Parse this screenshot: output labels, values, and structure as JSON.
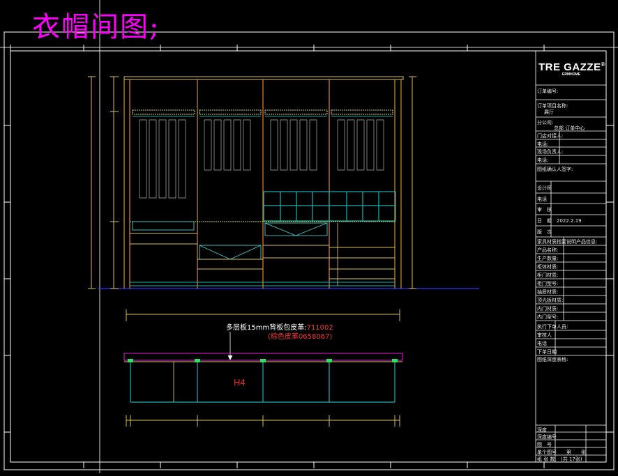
{
  "title": "衣帽间图;",
  "note": {
    "line1_prefix": "多层板15mm背板包皮革:",
    "line1_code": "711002",
    "line2": "(棕色皮革0658067)"
  },
  "section_label": "H4",
  "logo": {
    "text": "TRE GAZZE",
    "mark": "®",
    "sub": "ERMHOME"
  },
  "title_block": {
    "order_no": "订单编号:",
    "project_name": "订单项目名称:",
    "project_value": "展厅",
    "branch": "分公司:",
    "branch_value": "总部 订单中心",
    "store_contact": "门店对接人:",
    "phone1": "电话:",
    "site_manager": "现场负责人:",
    "phone2": "电话:",
    "confirm_sign": "图纸确认人签字:",
    "designer": "设计师",
    "phone3": "电话",
    "review": "审　核",
    "date": "日　期",
    "date_value": "2022.2.19",
    "version": "版　次",
    "material_note": "家具材质指要说明产品信息:",
    "product_name": "产品名称:",
    "quantity": "生产数量:",
    "body_material": "柜体材质:",
    "door_material": "柜门材质:",
    "door_model": "柜门型号:",
    "drawer_material": "抽屉材质:",
    "panel_material": "顶光板材质:",
    "inner_door_material": "内门材质:",
    "inner_door_model": "内门型号:",
    "shop_owner": "执行下单人员:",
    "reviewer": "审核人",
    "phone4": "电话",
    "order_date": "下单日期",
    "drawing_note": "图纸深度表格:",
    "footer1": "深度",
    "footer2": "深度编号",
    "footer3": "图　号",
    "footer4": "单个图号",
    "footer4_val": "第　　张",
    "footer5": "纸 张 数",
    "footer5_val": "(共 17张)"
  }
}
